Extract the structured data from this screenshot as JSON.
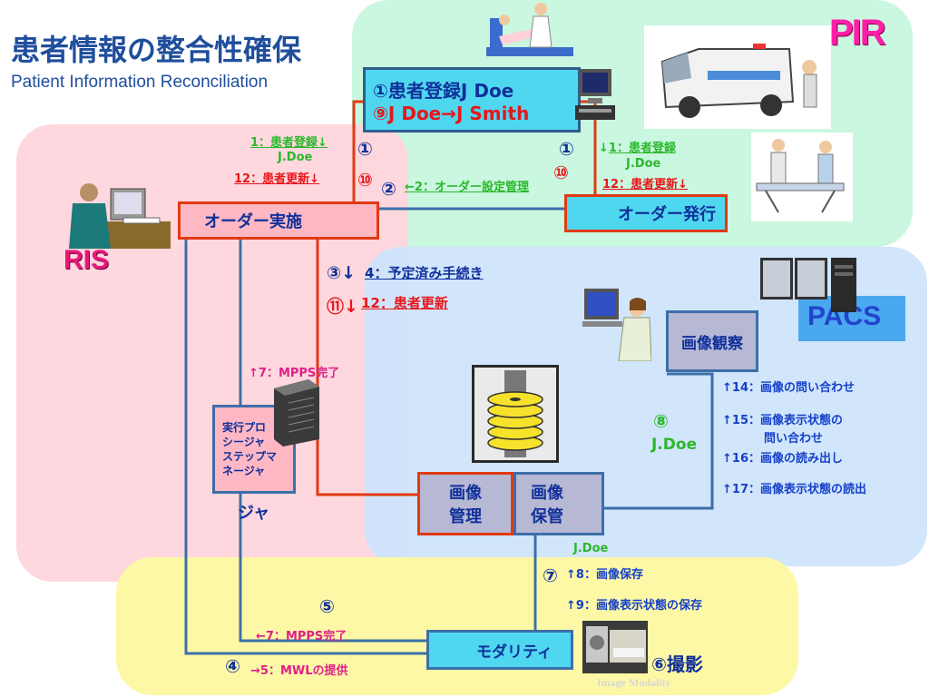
{
  "title": {
    "ja": "患者情報の整合性確保",
    "en": "Patient  Information Reconciliation"
  },
  "regions": {
    "pir": "PIR",
    "ris": "RIS",
    "pacs": "PACS"
  },
  "boxes": {
    "registration_line1": "①患者登録J Doe",
    "registration_line2": "⑨J Doe→J Smith",
    "order_exec": "オーダー実施",
    "order_issue": "オーダー発行",
    "image_view": "画像観察",
    "mpps_mgr": [
      "実行プロ",
      "シージャ",
      "ステップマ",
      "ネージャ"
    ],
    "mpps_mgr_tail": "ジャ",
    "image_mgmt": [
      "画像",
      "管理"
    ],
    "image_store": [
      "画像",
      "保管"
    ],
    "modality": "モダリティ"
  },
  "messages": {
    "m1_left_num": "1",
    "m1_left_text": "：患者登録↓",
    "m1_left_name": "J.Doe",
    "m12_left_num": "12",
    "m12_left_text": "：患者更新↓",
    "circle1_left": "①",
    "circle10_left": "⑩",
    "circle1_right": "①",
    "circle10_right": "⑩",
    "m1_right_num": "1",
    "m1_right_text": "：患者登録",
    "m1_right_prefix": "↓",
    "m1_right_name": "J.Doe",
    "m12_right_num": "12",
    "m12_right_text": "：患者更新↓",
    "circle2": "②",
    "m2_text": "←2：オーダー設定管理",
    "circle3": "③↓",
    "m4_num": "4",
    "m4_text": "：予定済み手続き",
    "circle11": "⑪↓",
    "m12_mid_num": "12",
    "m12_mid_text": "：患者更新",
    "m7_upper": "↑7：MPPS完了",
    "circle8": "⑧",
    "circle8_name": "J.Doe",
    "m14": "↑14：画像の問い合わせ",
    "m15_line1": "↑15：画像表示状態の",
    "m15_line2": "問い合わせ",
    "m16": "↑16：画像の読み出し",
    "m17": "↑17：画像表示状態の読出",
    "jdoe_bottom": "J.Doe",
    "circle7": "⑦",
    "m8": "↑8：画像保存",
    "m9": "↑9：画像表示状態の保存",
    "circle5": "⑤",
    "m7_lower": "←7：MPPS完了",
    "circle4": "④",
    "m5": "→5：MWLの提供",
    "circle6": "⑥撮影",
    "image_modality_caption": "Image Modality"
  },
  "colors": {
    "title_blue": "#1f4e9c",
    "region_pir": "#c9f7df",
    "region_ris": "#ffd5dc",
    "region_pacs": "#cfe4fb",
    "region_modality": "#fdf8a6",
    "red_text": "#e8161a",
    "green_text": "#2bb82b",
    "blue_text": "#1540c9",
    "magenta_text": "#e0208a",
    "box_cyan": "#4fd7ef",
    "box_pink": "#ffb7c4",
    "box_gray": "#b7b8d4",
    "border_red": "#e23a12",
    "border_blue": "#3d6fa8"
  },
  "icons": [
    "nurse-patient-icon",
    "computer-icon",
    "ambulance-icon",
    "stretcher-icon",
    "radiologist-icon",
    "doctor-viewing-icon",
    "workstation-icon",
    "server-icon",
    "image-disks-icon",
    "modality-machine-icon"
  ]
}
